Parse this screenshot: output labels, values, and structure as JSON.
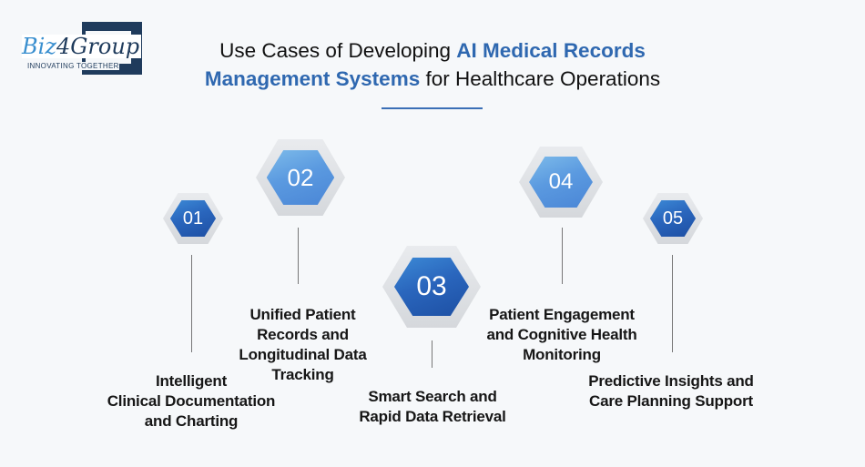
{
  "logo": {
    "brand_part1": "Biz",
    "brand_part2": "4Group",
    "tagline": "INNOVATING TOGETHER"
  },
  "title": {
    "line1_prefix": "Use Cases of Developing ",
    "line1_highlight": "AI Medical Records",
    "line2_highlight": "Management Systems",
    "line2_suffix": " for Healthcare Operations"
  },
  "colors": {
    "accent": "#2f68b0",
    "hex_dark": "#2a66bd",
    "hex_light": "#5b9ae0",
    "logo_navy": "#1f3b5c"
  },
  "steps": [
    {
      "number": "01",
      "label_lines": [
        "Intelligent",
        "Clinical Documentation",
        "and Charting"
      ]
    },
    {
      "number": "02",
      "label_lines": [
        "Unified Patient",
        "Records and",
        "Longitudinal Data",
        "Tracking"
      ]
    },
    {
      "number": "03",
      "label_lines": [
        "Smart Search and",
        "Rapid Data Retrieval"
      ]
    },
    {
      "number": "04",
      "label_lines": [
        "Patient Engagement",
        "and Cognitive Health",
        "Monitoring"
      ]
    },
    {
      "number": "05",
      "label_lines": [
        "Predictive Insights and",
        "Care Planning Support"
      ]
    }
  ]
}
